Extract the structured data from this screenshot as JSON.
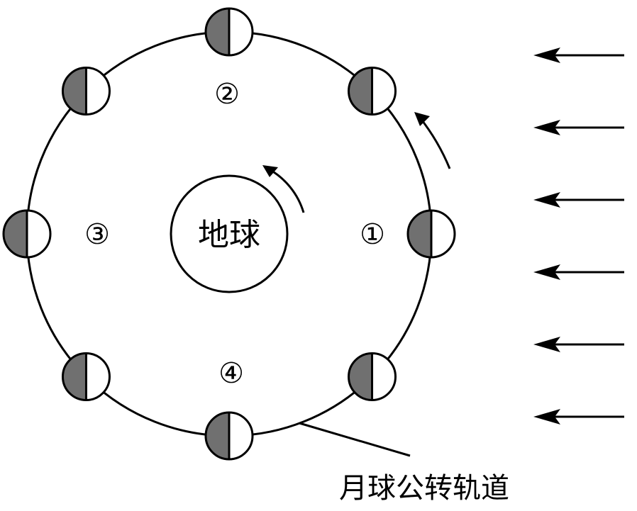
{
  "diagram": {
    "earth_label": "地球",
    "orbit_label": "月球公转轨道",
    "position_labels": [
      {
        "id": "1",
        "text": "①"
      },
      {
        "id": "2",
        "text": "②"
      },
      {
        "id": "3",
        "text": "③"
      },
      {
        "id": "4",
        "text": "④"
      }
    ],
    "moon_count": 8,
    "sunlight_arrow_count": 6,
    "sunlight_direction": "from right",
    "rotation_direction": "counterclockwise",
    "colors": {
      "line": "#000000",
      "moon_shadow": "#707070",
      "moon_lit": "#ffffff",
      "background": "#ffffff"
    }
  }
}
